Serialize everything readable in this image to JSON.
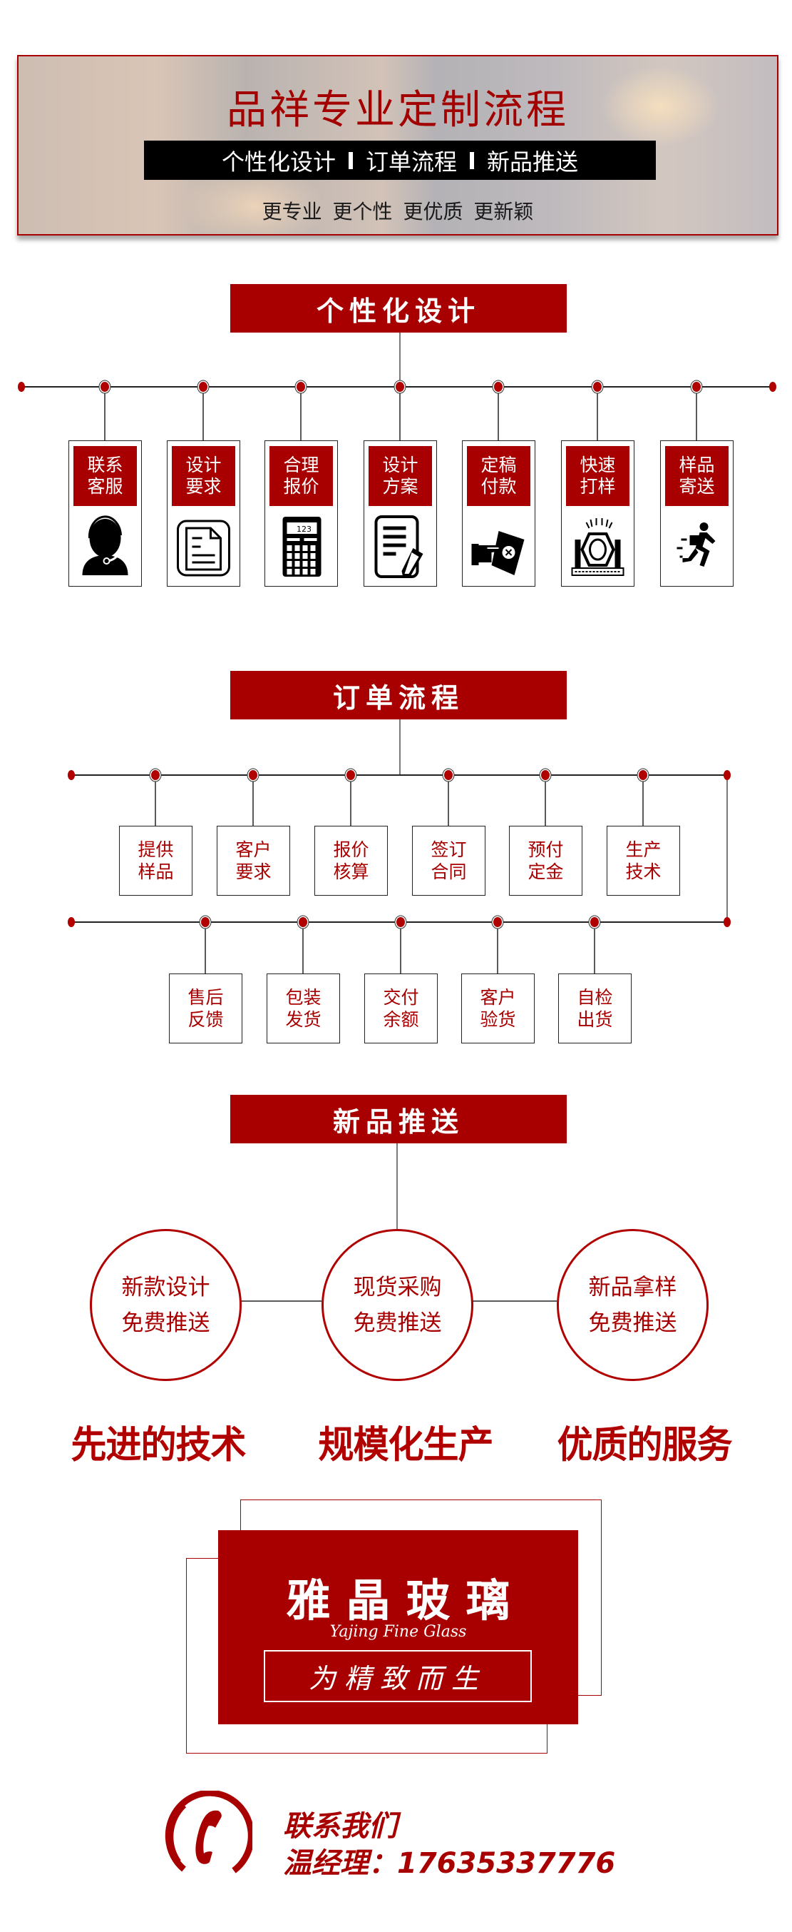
{
  "header": {
    "title": "品祥专业定制流程",
    "bar_items": [
      "个性化设计",
      "订单流程",
      "新品推送"
    ],
    "subtitle": "更专业 更个性 更优质 更新颖"
  },
  "section1": {
    "title": "个性化设计",
    "steps": [
      {
        "lines": [
          "联系",
          "客服"
        ],
        "icon": "headset-icon"
      },
      {
        "lines": [
          "设计",
          "要求"
        ],
        "icon": "document-icon"
      },
      {
        "lines": [
          "合理",
          "报价"
        ],
        "icon": "calculator-icon"
      },
      {
        "lines": [
          "设计",
          "方案"
        ],
        "icon": "form-pen-icon"
      },
      {
        "lines": [
          "定稿",
          "付款"
        ],
        "icon": "payment-hand-icon"
      },
      {
        "lines": [
          "快速",
          "打样"
        ],
        "icon": "machine-icon"
      },
      {
        "lines": [
          "样品",
          "寄送"
        ],
        "icon": "running-courier-icon"
      }
    ]
  },
  "section2": {
    "title": "订单流程",
    "row1": [
      [
        "提供",
        "样品"
      ],
      [
        "客户",
        "要求"
      ],
      [
        "报价",
        "核算"
      ],
      [
        "签订",
        "合同"
      ],
      [
        "预付",
        "定金"
      ],
      [
        "生产",
        "技术"
      ]
    ],
    "row2": [
      [
        "售后",
        "反馈"
      ],
      [
        "包装",
        "发货"
      ],
      [
        "交付",
        "余额"
      ],
      [
        "客户",
        "验货"
      ],
      [
        "自检",
        "出货"
      ]
    ]
  },
  "section3": {
    "title": "新品推送",
    "circles": [
      [
        "新款设计",
        "免费推送"
      ],
      [
        "现货采购",
        "免费推送"
      ],
      [
        "新品拿样",
        "免费推送"
      ]
    ],
    "slogans": [
      "先进的技术",
      "规模化生产",
      "优质的服务"
    ]
  },
  "brand": {
    "name": "雅晶玻璃",
    "english": "Yajing Fine Glass",
    "tagline": "为精致而生"
  },
  "contact": {
    "icon": "phone-icon",
    "heading": "联系我们",
    "line": "温经理：17635337776"
  },
  "colors": {
    "accent": "#a80000",
    "text": "#1a1a1a"
  }
}
